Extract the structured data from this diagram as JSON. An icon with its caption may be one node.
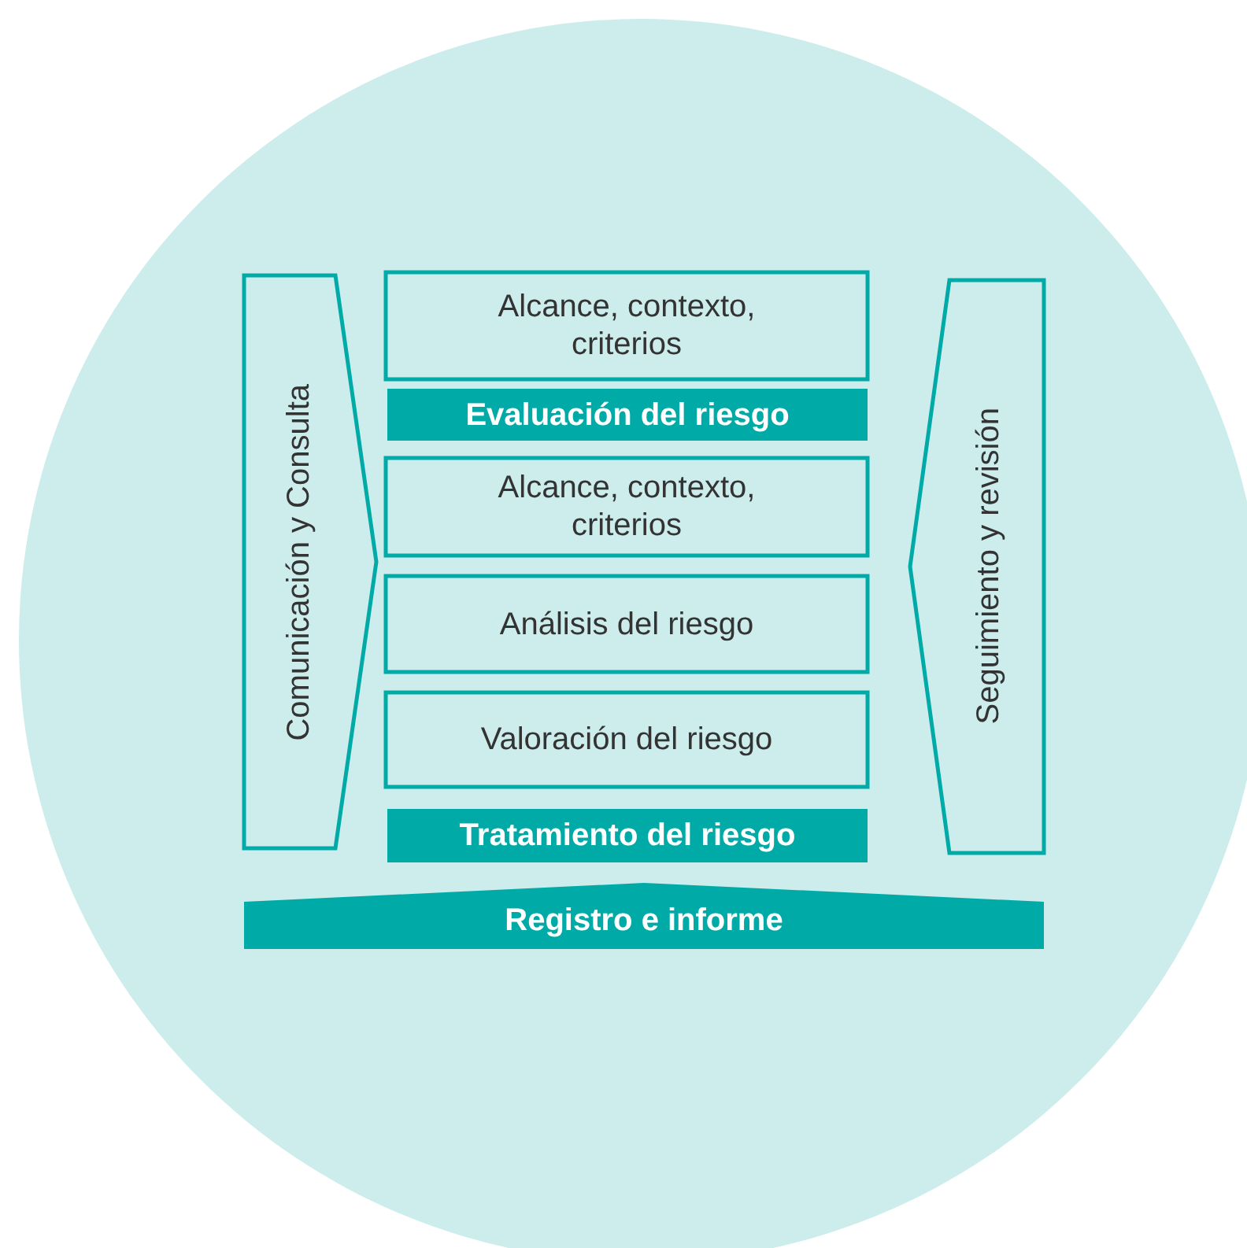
{
  "diagram": {
    "nodes": [
      {
        "text": [
          "Comunicación y Consulta"
        ]
      },
      {
        "text": [
          "Alcance, contexto, criterios"
        ]
      },
      {
        "text": [
          "Evaluación del riesgo"
        ]
      },
      {
        "text": [
          "Alcance, contexto, criterios"
        ]
      },
      {
        "text": [
          "Análisis del riesgo"
        ]
      },
      {
        "text": [
          "Valoración del riesgo"
        ]
      },
      {
        "text": [
          "Tratamiento del riesgo"
        ]
      },
      {
        "text": [
          "Seguimiento y revisión"
        ]
      },
      {
        "text": [
          "Registro e informe"
        ]
      }
    ]
  }
}
